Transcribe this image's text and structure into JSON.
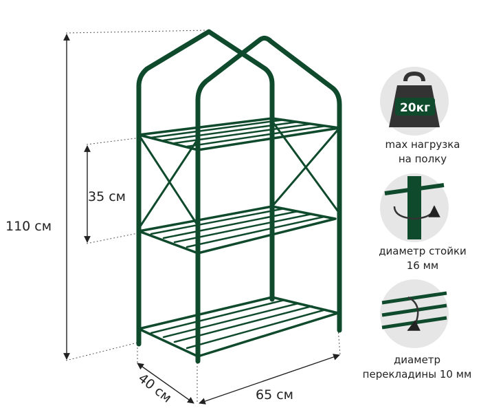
{
  "dimensions": {
    "height_total": "110 см",
    "shelf_gap": "35 см",
    "depth": "40 см",
    "width": "65 см"
  },
  "features": {
    "load": {
      "badge": "20кг",
      "caption_line1": "max нагрузка",
      "caption_line2": "на полку"
    },
    "post": {
      "caption_line1": "диаметр стойки",
      "caption_line2": "16 мм"
    },
    "crossbar": {
      "caption_line1": "диаметр",
      "caption_line2": "перекладины 10 мм"
    }
  },
  "colors": {
    "frame": "#0f4a2c",
    "dim_line": "#222222",
    "icon_bg": "#e6e6e6",
    "weight": "#333333",
    "badge_text": "#ffffff"
  },
  "icons": [
    "weight-icon",
    "post-diameter-icon",
    "crossbar-diameter-icon"
  ]
}
